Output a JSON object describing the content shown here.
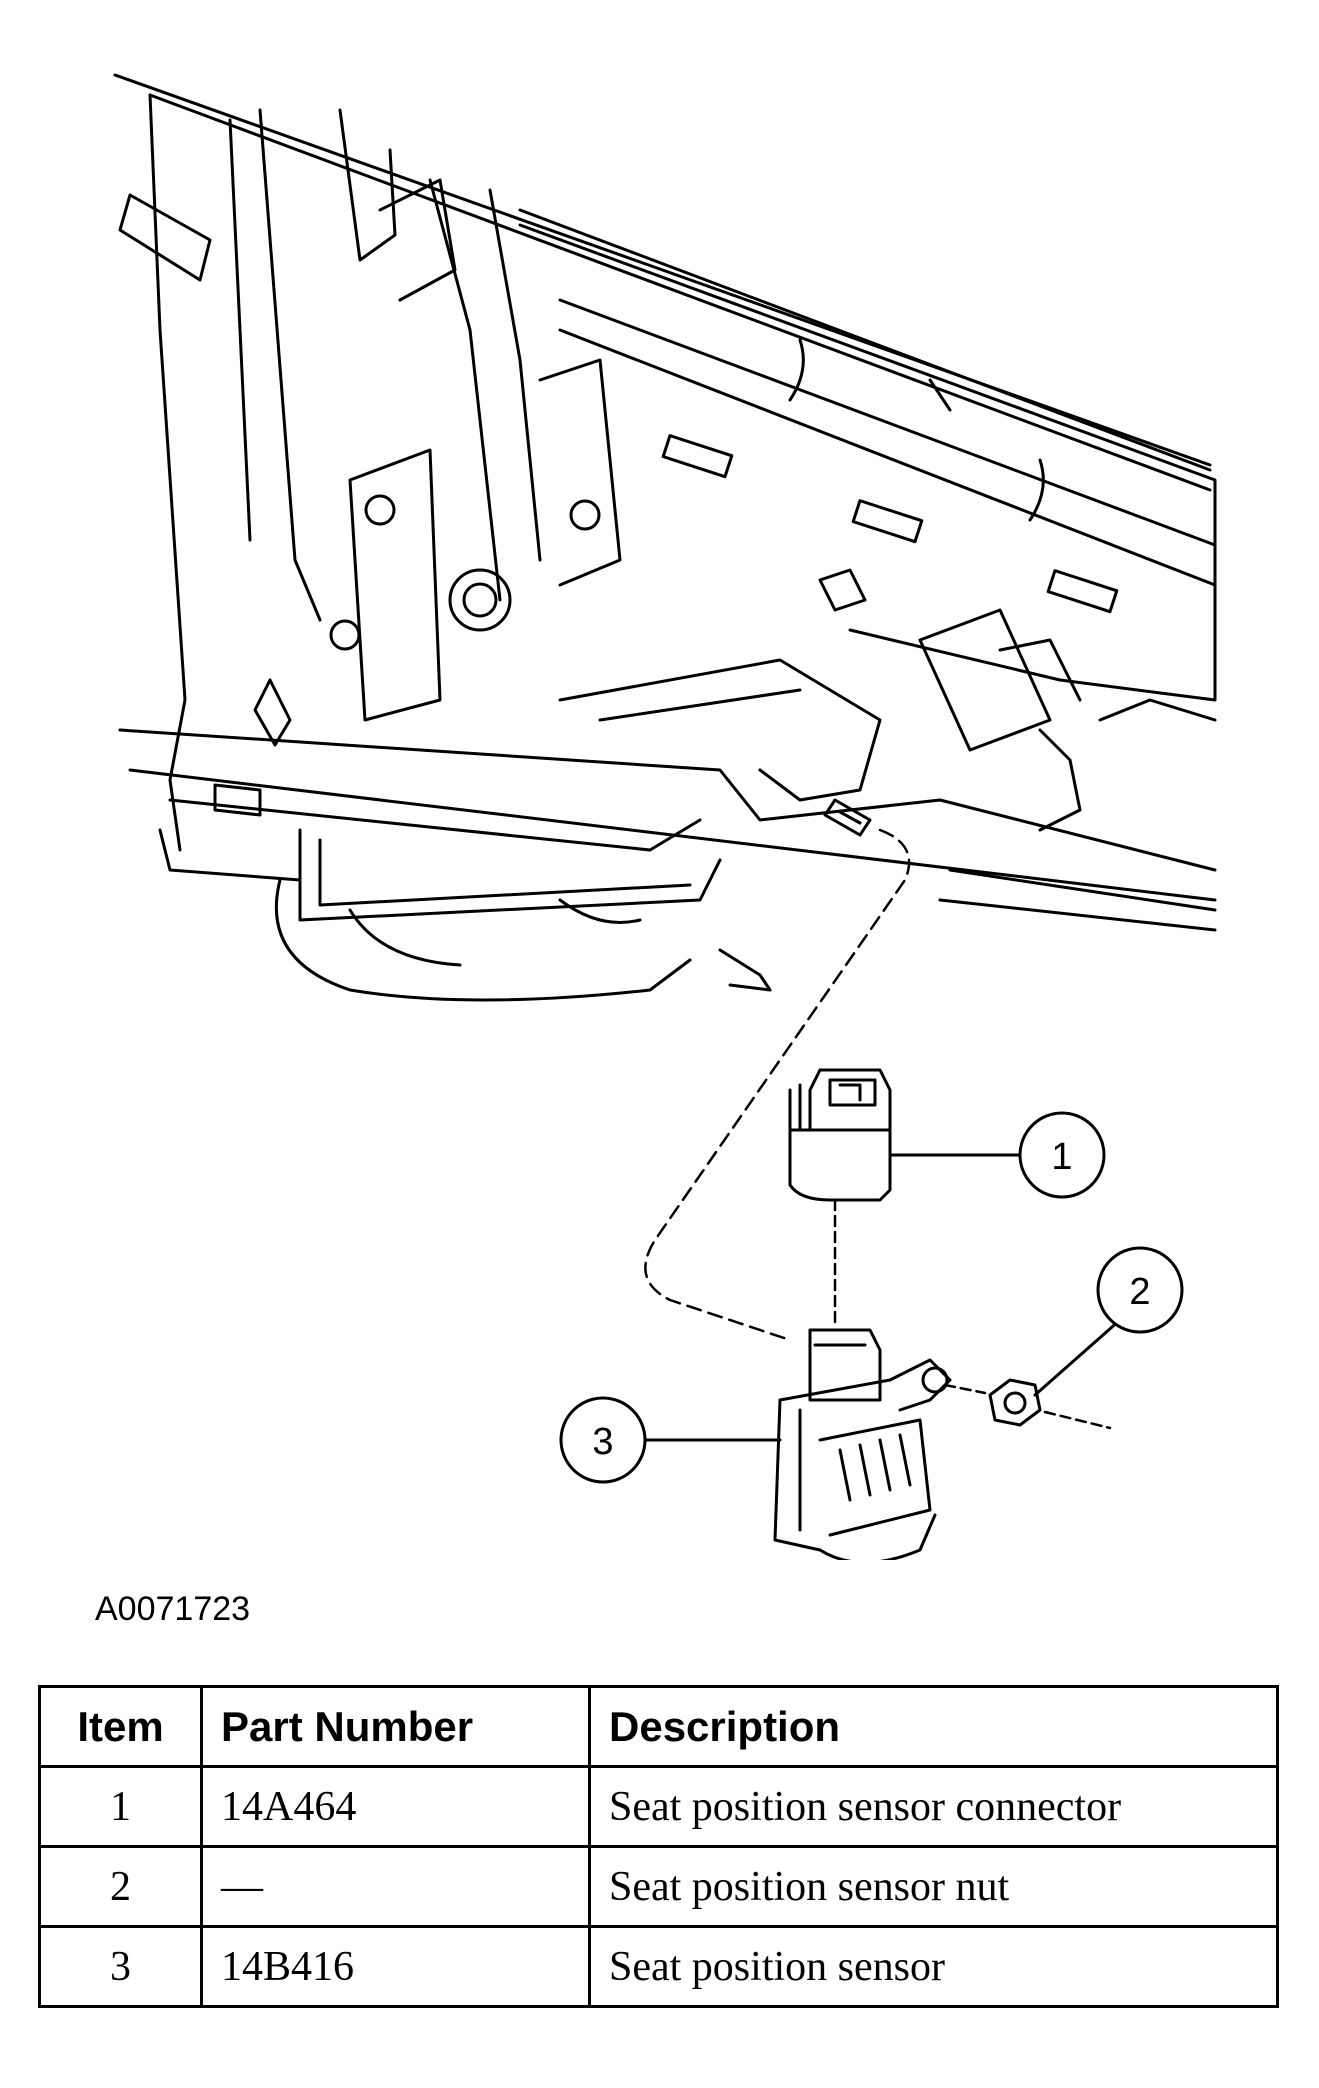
{
  "figure_id": "A0071723",
  "callouts": [
    {
      "number": "1"
    },
    {
      "number": "2"
    },
    {
      "number": "3"
    }
  ],
  "table": {
    "headers": [
      "Item",
      "Part Number",
      "Description"
    ],
    "rows": [
      {
        "item": "1",
        "part_number": "14A464",
        "description": "Seat position sensor connector"
      },
      {
        "item": "2",
        "part_number": "—",
        "description": "Seat position sensor nut"
      },
      {
        "item": "3",
        "part_number": "14B416",
        "description": "Seat position sensor"
      }
    ]
  }
}
